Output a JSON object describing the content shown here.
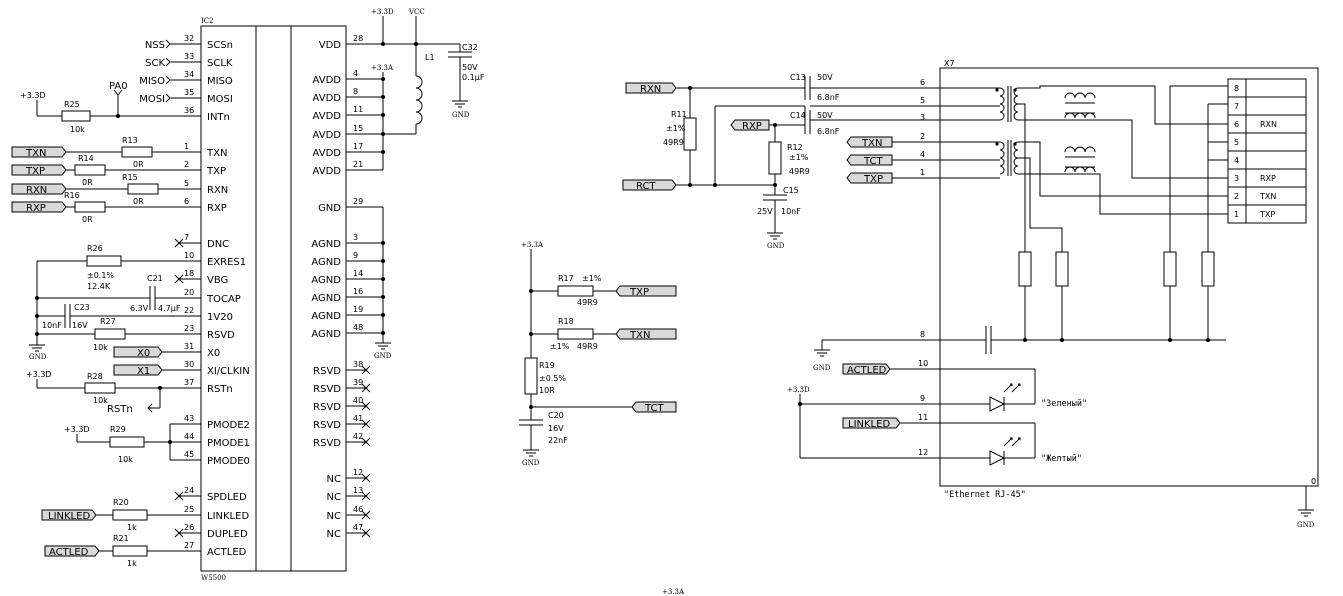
{
  "chip": {
    "ref": "IC2",
    "part": "W5500",
    "left_pins": [
      {
        "num": "32",
        "name": "SCSn",
        "net": "NSS"
      },
      {
        "num": "33",
        "name": "SCLK",
        "net": "SCK"
      },
      {
        "num": "34",
        "name": "MISO",
        "net": "MISO"
      },
      {
        "num": "35",
        "name": "MOSI",
        "net": "MOSI"
      },
      {
        "num": "36",
        "name": "INTn",
        "net": ""
      },
      {
        "num": "1",
        "name": "TXN",
        "net": ""
      },
      {
        "num": "2",
        "name": "TXP",
        "net": ""
      },
      {
        "num": "5",
        "name": "RXN",
        "net": ""
      },
      {
        "num": "6",
        "name": "RXP",
        "net": ""
      },
      {
        "num": "7",
        "name": "DNC",
        "net": ""
      },
      {
        "num": "10",
        "name": "EXRES1",
        "net": ""
      },
      {
        "num": "18",
        "name": "VBG",
        "net": ""
      },
      {
        "num": "20",
        "name": "TOCAP",
        "net": ""
      },
      {
        "num": "22",
        "name": "1V20",
        "net": ""
      },
      {
        "num": "23",
        "name": "RSVD",
        "net": ""
      },
      {
        "num": "31",
        "name": "X0",
        "net": ""
      },
      {
        "num": "30",
        "name": "XI/CLKIN",
        "net": ""
      },
      {
        "num": "37",
        "name": "RSTn",
        "net": ""
      },
      {
        "num": "43",
        "name": "PMODE2",
        "net": ""
      },
      {
        "num": "44",
        "name": "PMODE1",
        "net": ""
      },
      {
        "num": "45",
        "name": "PMODE0",
        "net": ""
      },
      {
        "num": "24",
        "name": "SPDLED",
        "net": ""
      },
      {
        "num": "25",
        "name": "LINKLED",
        "net": ""
      },
      {
        "num": "26",
        "name": "DUPLED",
        "net": ""
      },
      {
        "num": "27",
        "name": "ACTLED",
        "net": ""
      }
    ],
    "right_pins": [
      {
        "num": "28",
        "name": "VDD"
      },
      {
        "num": "4",
        "name": "AVDD"
      },
      {
        "num": "8",
        "name": "AVDD"
      },
      {
        "num": "11",
        "name": "AVDD"
      },
      {
        "num": "15",
        "name": "AVDD"
      },
      {
        "num": "17",
        "name": "AVDD"
      },
      {
        "num": "21",
        "name": "AVDD"
      },
      {
        "num": "29",
        "name": "GND"
      },
      {
        "num": "3",
        "name": "AGND"
      },
      {
        "num": "9",
        "name": "AGND"
      },
      {
        "num": "14",
        "name": "AGND"
      },
      {
        "num": "16",
        "name": "AGND"
      },
      {
        "num": "19",
        "name": "AGND"
      },
      {
        "num": "48",
        "name": "AGND"
      },
      {
        "num": "38",
        "name": "RSVD"
      },
      {
        "num": "39",
        "name": "RSVD"
      },
      {
        "num": "40",
        "name": "RSVD"
      },
      {
        "num": "41",
        "name": "RSVD"
      },
      {
        "num": "42",
        "name": "RSVD"
      },
      {
        "num": "12",
        "name": "NC"
      },
      {
        "num": "13",
        "name": "NC"
      },
      {
        "num": "46",
        "name": "NC"
      },
      {
        "num": "47",
        "name": "NC"
      }
    ]
  },
  "left": {
    "r25": {
      "ref": "R25",
      "val": "10k"
    },
    "pa0": "PA0",
    "r13": {
      "ref": "R13",
      "val": "0R"
    },
    "r14": {
      "ref": "R14",
      "val": "0R"
    },
    "r15": {
      "ref": "R15",
      "val": "0R"
    },
    "r16": {
      "ref": "R16",
      "val": "0R"
    },
    "txn": "TXN",
    "txp": "TXP",
    "rxn": "RXN",
    "rxp": "RXP",
    "r26": {
      "ref": "R26",
      "tol": "±0.1%",
      "val": "12.4K"
    },
    "c21": {
      "ref": "C21",
      "volt": "6.3V",
      "val": "4.7µF"
    },
    "c23": {
      "ref": "C23",
      "volt": "16V",
      "val": "10nF"
    },
    "r27": {
      "ref": "R27",
      "val": "10k"
    },
    "x0": "X0",
    "x1": "X1",
    "r28": {
      "ref": "R28",
      "val": "10k"
    },
    "rstn": "RSTn",
    "r29": {
      "ref": "R29",
      "val": "10k"
    },
    "r20": {
      "ref": "R20",
      "val": "1k"
    },
    "r21": {
      "ref": "R21",
      "val": "1k"
    },
    "linkled": "LINKLED",
    "actled": "ACTLED",
    "p33d": "+3.3D",
    "gnd": "GND"
  },
  "power": {
    "p33d": "+3.3D",
    "vcc": "VCC",
    "p33a": "+3.3A",
    "l1": "L1",
    "c32": {
      "ref": "C32",
      "volt": "50V",
      "val": "0.1µF"
    },
    "gnd": "GND"
  },
  "middle": {
    "p33a": "+3.3A",
    "r17": {
      "ref": "R17",
      "tol": "±1%",
      "val": "49R9"
    },
    "r18": {
      "ref": "R18",
      "tol": "±1%",
      "val": "49R9"
    },
    "r19": {
      "ref": "R19",
      "tol": "±0.5%",
      "val": "10R"
    },
    "c20": {
      "ref": "C20",
      "volt": "16V",
      "val": "22nF"
    },
    "txp": "TXP",
    "txn": "TXN",
    "tct": "TCT",
    "gnd": "GND",
    "bottom_label": "+3.3A"
  },
  "right": {
    "rxn": "RXN",
    "rxp": "RXP",
    "rct": "RCT",
    "r11": {
      "ref": "R11",
      "tol": "±1%",
      "val": "49R9"
    },
    "r12": {
      "ref": "R12",
      "tol": "±1%",
      "val": "49R9"
    },
    "c13": {
      "ref": "C13",
      "volt": "50V",
      "val": "6.8nF"
    },
    "c14": {
      "ref": "C14",
      "volt": "50V",
      "val": "6.8nF"
    },
    "c15": {
      "ref": "C15",
      "volt": "25V",
      "val": "10nF"
    },
    "txn": "TXN",
    "tct": "TCT",
    "txp": "TXP",
    "actled": "ACTLED",
    "linkled": "LINKLED",
    "gnd": "GND",
    "p33d": "+3.3D",
    "x7": "X7",
    "conn_name": "\"Ethernet RJ-45\"",
    "green": "\"Зеленый\"",
    "yellow": "\"Желтый\"",
    "pin_zero": "0",
    "mag_pins": [
      "6",
      "5",
      "3",
      "2",
      "4",
      "1",
      "8",
      "10",
      "9",
      "11",
      "12"
    ],
    "rj_rows": [
      {
        "num": "8",
        "sig": ""
      },
      {
        "num": "7",
        "sig": ""
      },
      {
        "num": "6",
        "sig": "RXN"
      },
      {
        "num": "5",
        "sig": ""
      },
      {
        "num": "4",
        "sig": ""
      },
      {
        "num": "3",
        "sig": "RXP"
      },
      {
        "num": "2",
        "sig": "TXN"
      },
      {
        "num": "1",
        "sig": "TXP"
      }
    ]
  }
}
